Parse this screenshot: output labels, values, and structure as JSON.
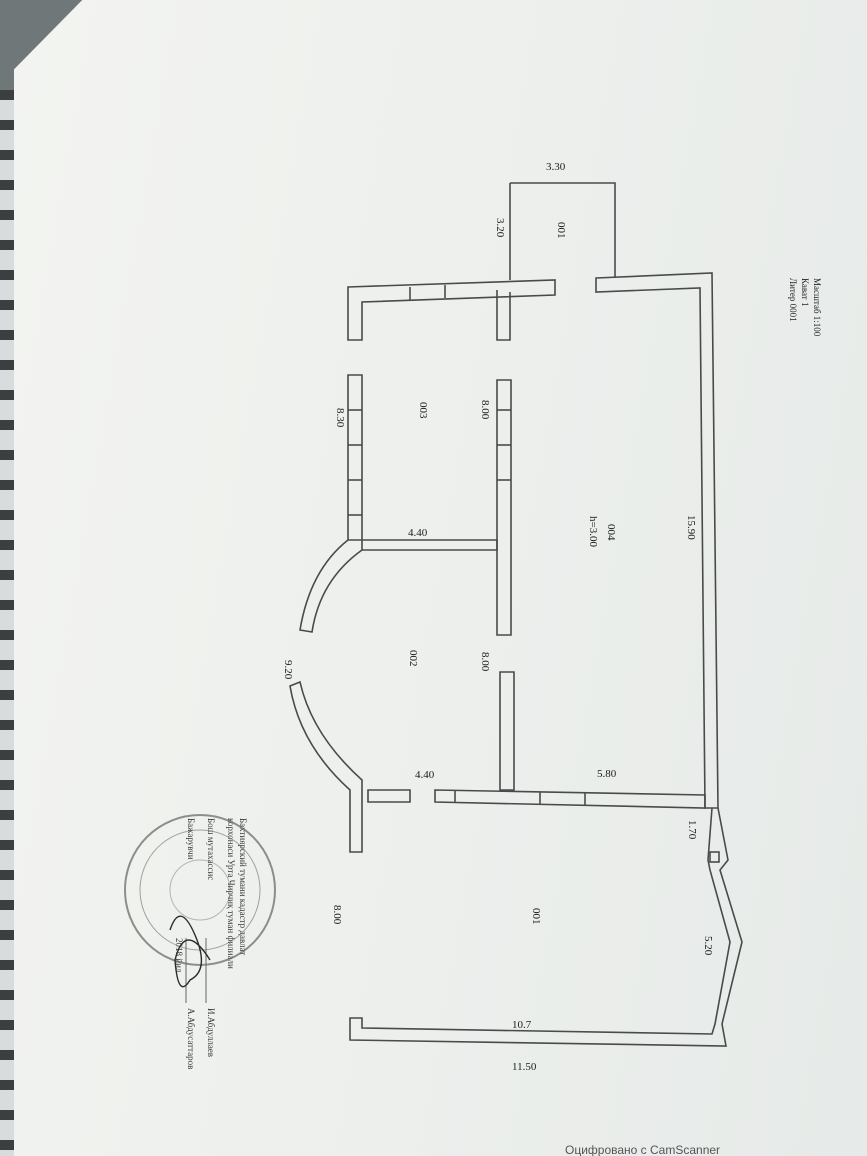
{
  "header": {
    "liter": "Литер 0001",
    "floor": "Кават 1",
    "scale": "Масштаб 1:100"
  },
  "rooms": {
    "r001_top": "001",
    "r003": "003",
    "r004": "004",
    "r004_height": "h=3.00",
    "r002": "002",
    "r001_bottom": "001"
  },
  "dimensions": {
    "d330": "3.30",
    "d320": "3.20",
    "d800a": "8.00",
    "d830": "8.30",
    "d440a": "4.40",
    "d1590": "15.90",
    "d920": "9.20",
    "d800b": "8.00",
    "d440b": "4.40",
    "d580": "5.80",
    "d170": "1.70",
    "d800c": "8.00",
    "d520": "5.20",
    "d107": "10.7",
    "d1150": "11.50"
  },
  "certification": {
    "org_line1": "Бахтиярский тумани кадастр давлат",
    "org_line2": "корхонаси Урта Чирчиқ туман филиали",
    "role1": "Бош мутахассис",
    "name1": "И.Абдуллаев",
    "role2": "Бажарувчи",
    "name2": "А.Абдусаттаров",
    "date": "2018 йил"
  },
  "footer_scan_text": "Оцифровано с CamScanner"
}
